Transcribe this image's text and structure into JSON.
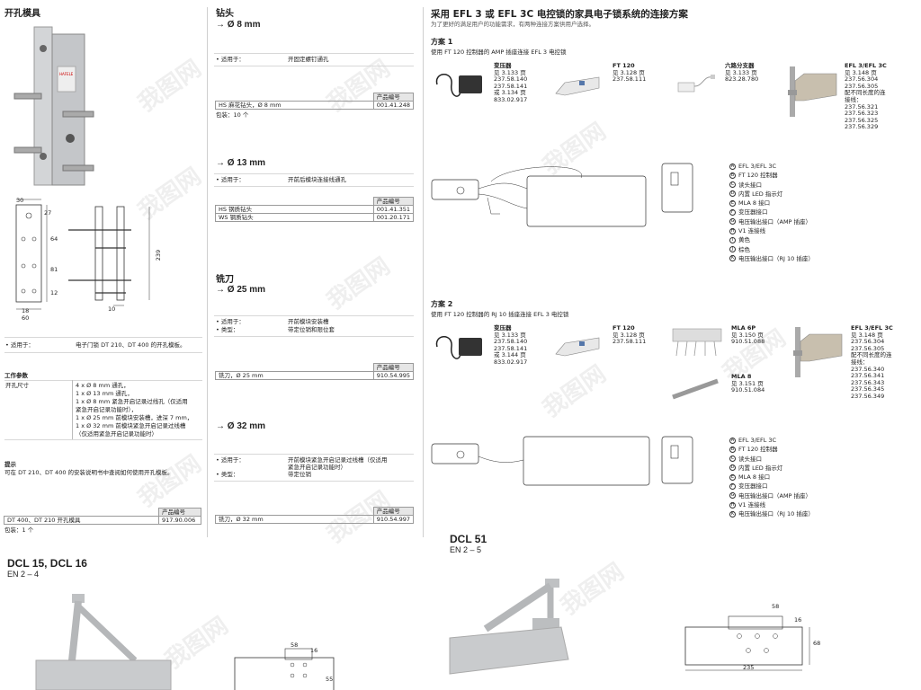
{
  "left": {
    "title": "开孔模具",
    "dims": [
      "30",
      "27",
      "64",
      "81",
      "12",
      "18",
      "60",
      "10",
      "239"
    ],
    "suitable_label": "• 适用于：",
    "suitable_value": "电子门锁 DT 210、DT 400 的开孔模板。",
    "params_title": "工作参数",
    "params_label": "开孔尺寸",
    "params_lines": [
      "4 x Ø 8 mm 通孔，",
      "1 x Ø 13 mm 通孔，",
      "1 x Ø 8 mm 紧急开启记录过线孔（仅适用",
      "紧急开启记录功能时），",
      "1 x Ø 25 mm 前模块安装槽，进深 7 mm，",
      "1 x Ø 32 mm 前模块紧急开启记录过线槽",
      "（仅适用紧急开启记录功能时）"
    ],
    "hint_title": "提示",
    "hint_text": "可在 DT 210、DT 400 的安装说明书中查阅如何使用开孔模板。",
    "table": {
      "header": "产品编号",
      "rows": [
        {
          "name": "DT 400、DT 210 开孔模具",
          "code": "917.90.006"
        }
      ]
    },
    "pack": "包装：1 个"
  },
  "dcl15": {
    "title": "DCL 15, DCL 16",
    "sub": "EN 2 – 4",
    "dim": "58",
    "dim2": "16",
    "dim3": "55"
  },
  "middle": {
    "title": "钻头",
    "s1": {
      "head": "→ Ø 8 mm",
      "suit_label": "• 适用于：",
      "suit_value": "开固定螺钉通孔",
      "table": {
        "header": "产品编号",
        "rows": [
          {
            "name": "HS 麻花钻头，Ø 8 mm",
            "code": "001.41.248"
          }
        ]
      },
      "pack": "包装：10 个"
    },
    "s2": {
      "head": "→ Ø 13 mm",
      "suit_label": "• 适用于：",
      "suit_value": "开前后模块连接线通孔",
      "table": {
        "header": "产品编号",
        "rows": [
          {
            "name": "HS 钢质钻头",
            "code": "001.41.351"
          },
          {
            "name": "WS 钢质钻头",
            "code": "001.20.171"
          }
        ]
      }
    },
    "mill_title": "铣刀",
    "s3": {
      "head": "→ Ø 25 mm",
      "l1": "• 适用于：",
      "v1": "开前模块安装槽",
      "l2": "• 类型：",
      "v2": "带定位销和限位套",
      "table": {
        "header": "产品编号",
        "rows": [
          {
            "name": "铣刀，Ø 25 mm",
            "code": "910.54.995"
          }
        ]
      }
    },
    "s4": {
      "head": "→ Ø 32 mm",
      "l1": "• 适用于：",
      "v1a": "开前模块紧急开启记录过线槽（仅适用",
      "v1b": "紧急开启记录功能时）",
      "l2": "• 类型：",
      "v2": "带定位销",
      "table": {
        "header": "产品编号",
        "rows": [
          {
            "name": "铣刀，Ø 32 mm",
            "code": "910.54.997"
          }
        ]
      }
    }
  },
  "right": {
    "title": "采用 EFL 3 或 EFL 3C 电控锁的家具电子锁系统的连接方案",
    "subtitle": "为了更好的满足用户的功能需求，有两种连接方案供用户选择。",
    "scheme1": {
      "title": "方案 1",
      "desc": "使用 FT 120 控制器的 AMP 插座连接 EFL 3 电控锁",
      "p1": {
        "name": "变压器",
        "lines": [
          "见 3.133 页",
          "237.58.140",
          "237.58.141",
          "或 3.134 页",
          "833.02.917"
        ]
      },
      "p2": {
        "name": "FT 120",
        "lines": [
          "见 3.128 页",
          "237.58.111"
        ]
      },
      "p3": {
        "name": "六路分支器",
        "lines": [
          "见 3.133 页",
          "823.28.780"
        ]
      },
      "p4": {
        "name": "EFL 3/EFL 3C",
        "lines": [
          "见 3.148 页",
          "237.56.304",
          "237.56.305",
          "配不同长度的连",
          "接线：",
          "237.56.321",
          "237.56.323",
          "237.56.325",
          "237.56.329"
        ]
      },
      "legend": [
        [
          "A",
          "EFL 3/EFL 3C"
        ],
        [
          "B",
          "FT 120 控制器"
        ],
        [
          "C",
          "读头接口"
        ],
        [
          "D",
          "内置 LED 指示灯"
        ],
        [
          "E",
          "MLA 8 接口"
        ],
        [
          "F",
          "变压器接口"
        ],
        [
          "G",
          "电压输出接口（AMP 插座）"
        ],
        [
          "H",
          "V1 连接线"
        ],
        [
          "I",
          "黄色"
        ],
        [
          "J",
          "棕色"
        ],
        [
          "K",
          "电压输出接口（RJ 10 插座）"
        ]
      ]
    },
    "scheme2": {
      "title": "方案 2",
      "desc": "使用 FT 120 控制器的 RJ 10 插座连接 EFL 3 电控锁",
      "p1": {
        "name": "变压器",
        "lines": [
          "见 3.133 页",
          "237.58.140",
          "237.58.141",
          "或 3.144 页",
          "833.02.917"
        ]
      },
      "p2": {
        "name": "FT 120",
        "lines": [
          "见 3.128 页",
          "237.58.111"
        ]
      },
      "p3": {
        "name": "MLA 6P",
        "lines": [
          "见 3.150 页",
          "910.51.088"
        ]
      },
      "p3b": {
        "name": "MLA 8",
        "lines": [
          "见 3.151 页",
          "910.51.084"
        ]
      },
      "p4": {
        "name": "EFL 3/EFL 3C",
        "lines": [
          "见 3.148 页",
          "237.56.304",
          "237.56.305",
          "配不同长度的连",
          "接线：",
          "237.56.340",
          "237.56.341",
          "237.56.343",
          "237.56.345",
          "237.56.349"
        ]
      },
      "legend": [
        [
          "A",
          "EFL 3/EFL 3C"
        ],
        [
          "B",
          "FT 120 控制器"
        ],
        [
          "C",
          "读头接口"
        ],
        [
          "D",
          "内置 LED 指示灯"
        ],
        [
          "E",
          "MLA 8 接口"
        ],
        [
          "F",
          "变压器接口"
        ],
        [
          "G",
          "电压输出接口（AMP 插座）"
        ],
        [
          "H",
          "V1 连接线"
        ],
        [
          "K",
          "电压输出接口（RJ 10 插座）"
        ]
      ]
    }
  },
  "dcl51": {
    "title": "DCL 51",
    "sub": "EN 2 – 5",
    "dim1": "58",
    "dim2": "16",
    "dim3": "68",
    "dim4": "235"
  },
  "watermark": "我图网",
  "colors": {
    "metal": "#c9cbcd",
    "dark": "#333333",
    "header_bg": "#e6e6e6"
  }
}
